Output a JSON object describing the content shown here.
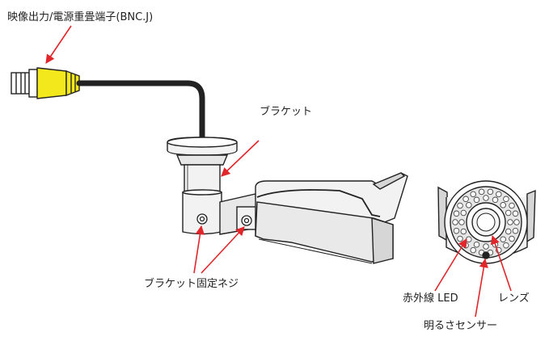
{
  "labels": {
    "video_power": "映像出力/電源重畳端子(BNC.J)",
    "bracket": "ブラケット",
    "bracket_screw": "ブラケット固定ネジ",
    "ir_led": "赤外線 LED",
    "lens": "レンズ",
    "light_sensor": "明るさセンサー"
  },
  "colors": {
    "arrow": "#e0262b",
    "connector_yellow": "#f3e81c",
    "outline": "#222222",
    "body_fill": "#f2f2f2",
    "shade_fill": "#d6d6d6"
  }
}
